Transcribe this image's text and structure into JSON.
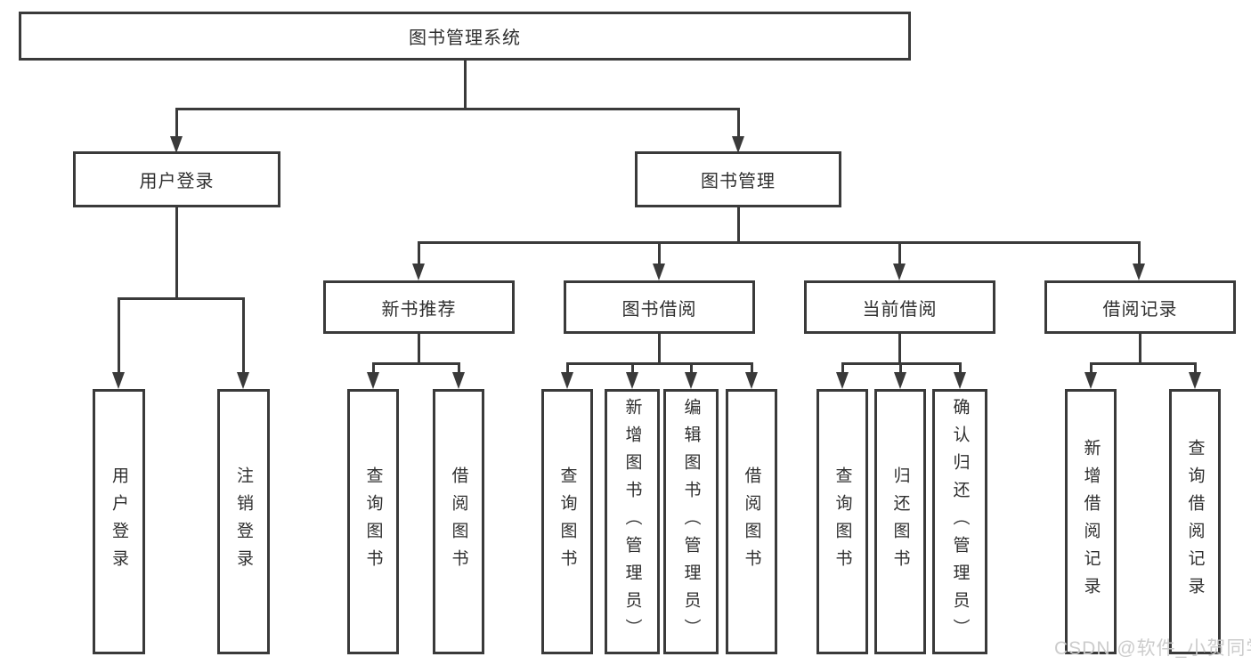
{
  "diagram_title": "图书管理系统",
  "watermark": "CSDN @软件_小贺同学",
  "colors": {
    "line": "#3a3a3a",
    "text": "#2f2f2f",
    "background": "#ffffff",
    "watermark": "#c9c9c9"
  },
  "tree": {
    "label": "图书管理系统",
    "children": [
      {
        "label": "用户登录",
        "children": [
          {
            "label": "用户登录"
          },
          {
            "label": "注销登录"
          }
        ]
      },
      {
        "label": "图书管理",
        "children": [
          {
            "label": "新书推荐",
            "children": [
              {
                "label": "查询图书"
              },
              {
                "label": "借阅图书"
              }
            ]
          },
          {
            "label": "图书借阅",
            "children": [
              {
                "label": "查询图书"
              },
              {
                "label": "新增图书（管理员）"
              },
              {
                "label": "编辑图书（管理员）"
              },
              {
                "label": "借阅图书"
              }
            ]
          },
          {
            "label": "当前借阅",
            "children": [
              {
                "label": "查询图书"
              },
              {
                "label": "归还图书"
              },
              {
                "label": "确认归还（管理员）"
              }
            ]
          },
          {
            "label": "借阅记录",
            "children": [
              {
                "label": "新增借阅记录"
              },
              {
                "label": "查询借阅记录"
              }
            ]
          }
        ]
      }
    ]
  }
}
